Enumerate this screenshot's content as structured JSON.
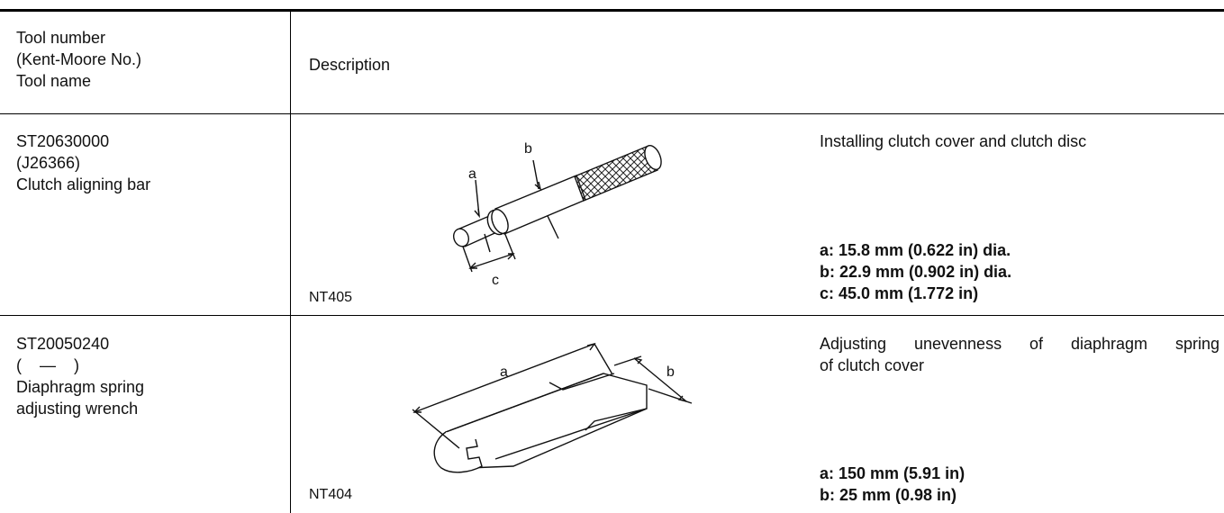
{
  "header": {
    "tool_lines": [
      "Tool number",
      "(Kent-Moore No.)",
      "Tool name"
    ],
    "description": "Description"
  },
  "rows": [
    {
      "tool_number": "ST20630000",
      "kent_moore": "(J26366)",
      "tool_name_lines": [
        "Clutch aligning bar"
      ],
      "figure_code": "NT405",
      "figure_labels": {
        "a": "a",
        "b": "b",
        "c": "c"
      },
      "description": "Installing clutch cover and clutch disc",
      "specs": [
        "a: 15.8 mm (0.622 in) dia.",
        "b: 22.9 mm (0.902 in) dia.",
        "c: 45.0 mm (1.772 in)"
      ]
    },
    {
      "tool_number": "ST20050240",
      "kent_moore": "(    —    )",
      "tool_name_lines": [
        "Diaphragm spring",
        "adjusting wrench"
      ],
      "figure_code": "NT404",
      "figure_labels": {
        "a": "a",
        "b": "b"
      },
      "description_lines": [
        "Adjusting unevenness of diaphragm spring",
        "of clutch cover"
      ],
      "specs": [
        "a: 150 mm (5.91 in)",
        "b: 25 mm (0.98 in)"
      ]
    }
  ]
}
